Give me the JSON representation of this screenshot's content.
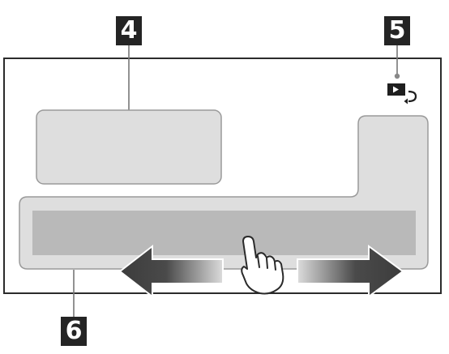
{
  "callouts": {
    "c4": "4",
    "c5": "5",
    "c6": "6"
  },
  "icons": {
    "playback_return": "play-return-icon",
    "swipe_hand": "pointing-hand-icon"
  },
  "colors": {
    "panel_fill": "#dedede",
    "panel_stroke": "#9a9a9a",
    "strip_fill": "#b9b9b9",
    "arrow_dark": "#3c3c3c",
    "callout_bg": "#242424",
    "frame": "#2b2b2b"
  }
}
